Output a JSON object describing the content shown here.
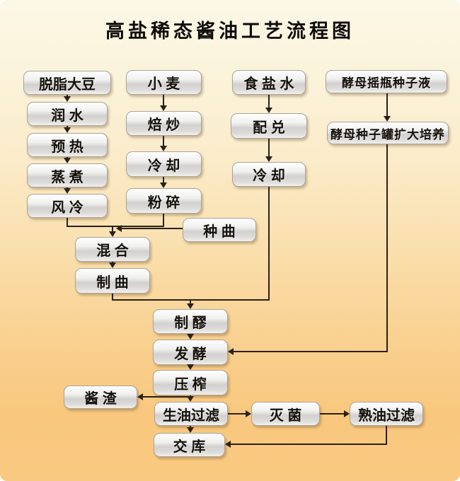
{
  "title": "高盐稀态酱油工艺流程图",
  "diagram_type": "flowchart",
  "nodes": {
    "defatted_soybean": {
      "label": "脱脂大豆"
    },
    "moisten": {
      "label": "润 水"
    },
    "preheat": {
      "label": "预 热"
    },
    "steam": {
      "label": "蒸 煮"
    },
    "air_cool": {
      "label": "风 冷"
    },
    "wheat": {
      "label": "小 麦"
    },
    "roast": {
      "label": "焙 炒"
    },
    "cool_wheat": {
      "label": "冷 却"
    },
    "crush": {
      "label": "粉 碎"
    },
    "brine": {
      "label": "食 盐 水"
    },
    "blend": {
      "label": "配 兑"
    },
    "cool_brine": {
      "label": "冷 却"
    },
    "yeast_flask": {
      "label": "酵母摇瓶种子液"
    },
    "yeast_tank": {
      "label": "酵母种子罐扩大培养"
    },
    "seed_koji": {
      "label": "种 曲"
    },
    "mix": {
      "label": "混 合"
    },
    "koji_making": {
      "label": "制 曲"
    },
    "mash_making": {
      "label": "制 醪"
    },
    "fermentation": {
      "label": "发 酵"
    },
    "pressing": {
      "label": "压 榨"
    },
    "sauce_residue": {
      "label": "酱 渣"
    },
    "raw_oil_filtration": {
      "label": "生油过滤"
    },
    "sterilization": {
      "label": "灭 菌"
    },
    "cooked_oil_filtration": {
      "label": "熟油过滤"
    },
    "warehousing": {
      "label": "交 库"
    }
  },
  "edges": [
    {
      "from": "defatted_soybean",
      "to": "moisten"
    },
    {
      "from": "moisten",
      "to": "preheat"
    },
    {
      "from": "preheat",
      "to": "steam"
    },
    {
      "from": "steam",
      "to": "air_cool"
    },
    {
      "from": "air_cool",
      "to": "mix"
    },
    {
      "from": "wheat",
      "to": "roast"
    },
    {
      "from": "roast",
      "to": "cool_wheat"
    },
    {
      "from": "cool_wheat",
      "to": "crush"
    },
    {
      "from": "crush",
      "to": "mix"
    },
    {
      "from": "seed_koji",
      "to": "mix"
    },
    {
      "from": "mix",
      "to": "koji_making"
    },
    {
      "from": "koji_making",
      "to": "mash_making"
    },
    {
      "from": "brine",
      "to": "blend"
    },
    {
      "from": "blend",
      "to": "cool_brine"
    },
    {
      "from": "cool_brine",
      "to": "mash_making"
    },
    {
      "from": "yeast_flask",
      "to": "yeast_tank"
    },
    {
      "from": "yeast_tank",
      "to": "fermentation"
    },
    {
      "from": "mash_making",
      "to": "fermentation"
    },
    {
      "from": "fermentation",
      "to": "pressing"
    },
    {
      "from": "pressing",
      "to": "sauce_residue"
    },
    {
      "from": "pressing",
      "to": "raw_oil_filtration"
    },
    {
      "from": "raw_oil_filtration",
      "to": "sterilization"
    },
    {
      "from": "sterilization",
      "to": "cooked_oil_filtration"
    },
    {
      "from": "raw_oil_filtration",
      "to": "warehousing"
    },
    {
      "from": "cooked_oil_filtration",
      "to": "warehousing"
    }
  ],
  "colors": {
    "background_top": "#fcf8e6",
    "background_bottom": "#f9c87e",
    "node_fill_top": "#ffffff",
    "node_fill_bottom": "#d2d1cf",
    "node_border": "#a9a49a",
    "node_text": "#14100a",
    "connector": "#2b2118",
    "title_text": "#0e0c09"
  }
}
